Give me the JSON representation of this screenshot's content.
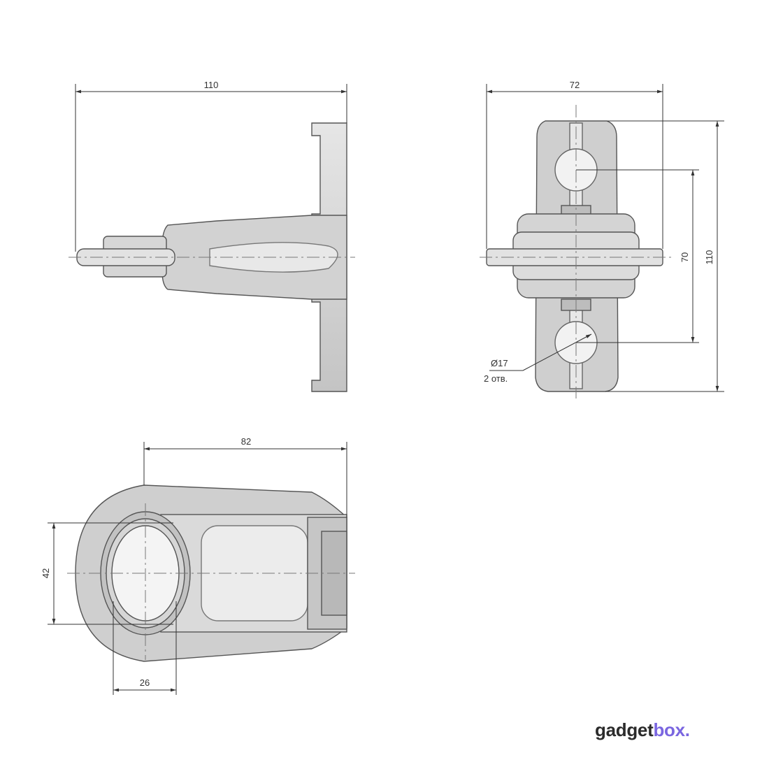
{
  "dimensions": {
    "side_length": "110",
    "front_width": "72",
    "front_hole_spacing": "70",
    "front_height": "110",
    "hole_diameter": "Ø17",
    "hole_count": "2 отв.",
    "top_length": "82",
    "top_inner_width": "42",
    "top_ring_width": "26"
  },
  "brand": {
    "part1": "gadget",
    "part2": "box",
    "dot": "."
  },
  "colors": {
    "body": "#d8d8d8",
    "body_dark": "#b8b8b8",
    "line": "#555555",
    "brand_accent": "#7a66e0"
  }
}
